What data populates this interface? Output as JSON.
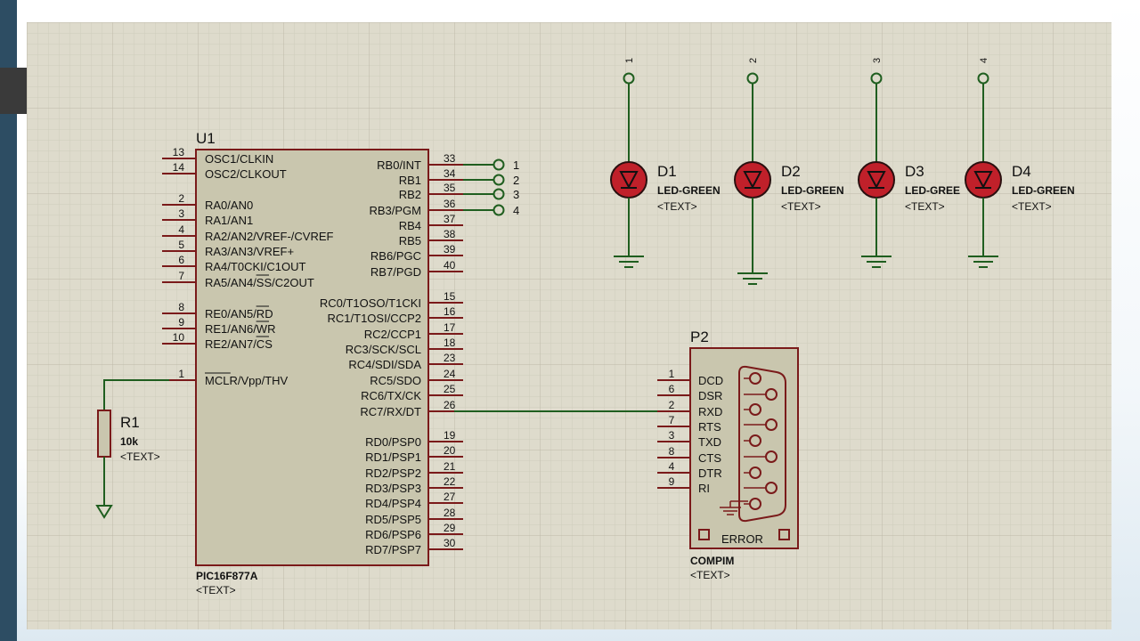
{
  "u1": {
    "ref": "U1",
    "part": "PIC16F877A",
    "text": "<TEXT>",
    "left_pins": [
      {
        "num": "13",
        "name": "OSC1/CLKIN"
      },
      {
        "num": "14",
        "name": "OSC2/CLKOUT"
      },
      {
        "num": "2",
        "name": "RA0/AN0"
      },
      {
        "num": "3",
        "name": "RA1/AN1"
      },
      {
        "num": "4",
        "name": "RA2/AN2/VREF-/CVREF"
      },
      {
        "num": "5",
        "name": "RA3/AN3/VREF+"
      },
      {
        "num": "6",
        "name": "RA4/T0CKI/C1OUT"
      },
      {
        "num": "7",
        "name": "RA5/AN4/SS/C2OUT"
      },
      {
        "num": "8",
        "name": "RE0/AN5/RD"
      },
      {
        "num": "9",
        "name": "RE1/AN6/WR"
      },
      {
        "num": "10",
        "name": "RE2/AN7/CS"
      },
      {
        "num": "1",
        "name": "MCLR/Vpp/THV"
      }
    ],
    "right_pins": [
      {
        "num": "33",
        "name": "RB0/INT"
      },
      {
        "num": "34",
        "name": "RB1"
      },
      {
        "num": "35",
        "name": "RB2"
      },
      {
        "num": "36",
        "name": "RB3/PGM"
      },
      {
        "num": "37",
        "name": "RB4"
      },
      {
        "num": "38",
        "name": "RB5"
      },
      {
        "num": "39",
        "name": "RB6/PGC"
      },
      {
        "num": "40",
        "name": "RB7/PGD"
      },
      {
        "num": "15",
        "name": "RC0/T1OSO/T1CKI"
      },
      {
        "num": "16",
        "name": "RC1/T1OSI/CCP2"
      },
      {
        "num": "17",
        "name": "RC2/CCP1"
      },
      {
        "num": "18",
        "name": "RC3/SCK/SCL"
      },
      {
        "num": "23",
        "name": "RC4/SDI/SDA"
      },
      {
        "num": "24",
        "name": "RC5/SDO"
      },
      {
        "num": "25",
        "name": "RC6/TX/CK"
      },
      {
        "num": "26",
        "name": "RC7/RX/DT"
      },
      {
        "num": "19",
        "name": "RD0/PSP0"
      },
      {
        "num": "20",
        "name": "RD1/PSP1"
      },
      {
        "num": "21",
        "name": "RD2/PSP2"
      },
      {
        "num": "22",
        "name": "RD3/PSP3"
      },
      {
        "num": "27",
        "name": "RD4/PSP4"
      },
      {
        "num": "28",
        "name": "RD5/PSP5"
      },
      {
        "num": "29",
        "name": "RD6/PSP6"
      },
      {
        "num": "30",
        "name": "RD7/PSP7"
      }
    ]
  },
  "rb_terminals": [
    "1",
    "2",
    "3",
    "4"
  ],
  "r1": {
    "ref": "R1",
    "value": "10k",
    "text": "<TEXT>"
  },
  "leds": [
    {
      "ref": "D1",
      "part": "LED-GREEN",
      "text": "<TEXT>",
      "terminal": "1"
    },
    {
      "ref": "D2",
      "part": "LED-GREEN",
      "text": "<TEXT>",
      "terminal": "2"
    },
    {
      "ref": "D3",
      "part": "LED-GREE",
      "text": "<TEXT>",
      "terminal": "3"
    },
    {
      "ref": "D4",
      "part": "LED-GREEN",
      "text": "<TEXT>",
      "terminal": "4"
    }
  ],
  "p2": {
    "ref": "P2",
    "part": "COMPIM",
    "text": "<TEXT>",
    "status": "ERROR",
    "pins": [
      {
        "num": "1",
        "name": "DCD"
      },
      {
        "num": "6",
        "name": "DSR"
      },
      {
        "num": "2",
        "name": "RXD"
      },
      {
        "num": "7",
        "name": "RTS"
      },
      {
        "num": "3",
        "name": "TXD"
      },
      {
        "num": "8",
        "name": "CTS"
      },
      {
        "num": "4",
        "name": "DTR"
      },
      {
        "num": "9",
        "name": "RI"
      }
    ]
  },
  "colors": {
    "canvas": "#dedbcc",
    "grid": "#c8c5b4",
    "wire": "#1f5e1f",
    "pin": "#7a1a1a",
    "body_fill": "#c9c6ae",
    "body_stroke": "#7a1a1a",
    "led_red": "#c0202a"
  }
}
